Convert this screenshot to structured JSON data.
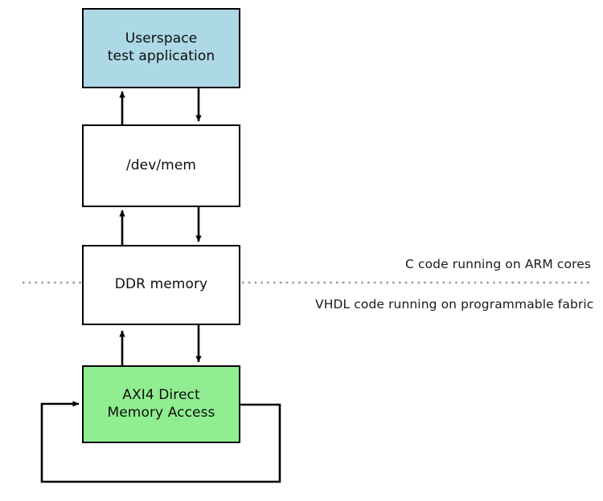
{
  "diagram": {
    "type": "block-diagram",
    "background_color": "#ffffff",
    "nodes": [
      {
        "id": "userspace",
        "label": "Userspace\ntest application",
        "fill": "#ADD8E6",
        "stroke": "#000000"
      },
      {
        "id": "devmem",
        "label": "/dev/mem",
        "fill": "#FFFFFF",
        "stroke": "#000000"
      },
      {
        "id": "ddr",
        "label": "DDR memory",
        "fill": "#FFFFFF",
        "stroke": "#000000"
      },
      {
        "id": "dma",
        "label": "AXI4 Direct\nMemory Access",
        "fill": "#90EE90",
        "stroke": "#000000"
      }
    ],
    "divider": {
      "style": "dotted",
      "color": "#999999",
      "above_label": "C code running on ARM cores",
      "below_label": "VHDL code running on programmable fabric"
    },
    "connections": [
      {
        "from": "devmem",
        "to": "userspace",
        "direction": "up"
      },
      {
        "from": "userspace",
        "to": "devmem",
        "direction": "down"
      },
      {
        "from": "ddr",
        "to": "devmem",
        "direction": "up"
      },
      {
        "from": "devmem",
        "to": "ddr",
        "direction": "down"
      },
      {
        "from": "dma",
        "to": "ddr",
        "direction": "up"
      },
      {
        "from": "ddr",
        "to": "dma",
        "direction": "down"
      },
      {
        "from": "dma",
        "to": "dma",
        "direction": "loopback"
      }
    ]
  },
  "labels": {
    "node_userspace": "Userspace\ntest application",
    "node_devmem": "/dev/mem",
    "node_ddr": "DDR memory",
    "node_dma": "AXI4 Direct\nMemory Access",
    "side_arm": "C code running on ARM cores",
    "side_vhdl": "VHDL code running on programmable fabric"
  }
}
